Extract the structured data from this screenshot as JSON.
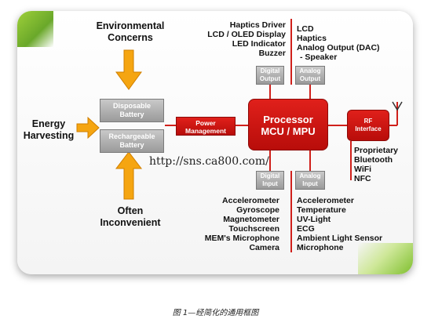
{
  "inputs": {
    "environmental": "Environmental\nConcerns",
    "energy": "Energy\nHarvesting",
    "often": "Often\nInconvenient"
  },
  "batteries": {
    "disposable": "Disposable\nBattery",
    "rechargeable": "Rechargeable\nBattery"
  },
  "power_mgmt": "Power\nManagement",
  "processor": {
    "line1": "Processor",
    "line2": "MCU / MPU"
  },
  "rf": "RF\nInterface",
  "ports": {
    "digital_output": "Digital\nOutput",
    "analog_output": "Analog\nOutput",
    "digital_input": "Digital\nInput",
    "analog_input": "Analog\nInput"
  },
  "digital_output_items": [
    "Haptics Driver",
    "LCD / OLED Display",
    "LED Indicator",
    "Buzzer"
  ],
  "analog_output_items": [
    "LCD",
    "Haptics",
    "Analog Output (DAC)",
    "- Speaker"
  ],
  "rf_items": [
    "Proprietary",
    "Bluetooth",
    "WiFi",
    "NFC"
  ],
  "digital_input_items": [
    "Accelerometer",
    "Gyroscope",
    "Magnetometer",
    "Touchscreen",
    "MEM's Microphone",
    "Camera"
  ],
  "analog_input_items": [
    "Accelerometer",
    "Temperature",
    "UV-Light",
    "ECG",
    "Ambient Light Sensor",
    "Microphone"
  ],
  "watermark": "http://sns.ca800.com/",
  "caption": "图 1—经简化的通用框图",
  "colors": {
    "accent_red": "#d0201b",
    "arrow_orange": "#f5a511",
    "green": "#7fbf2e"
  }
}
